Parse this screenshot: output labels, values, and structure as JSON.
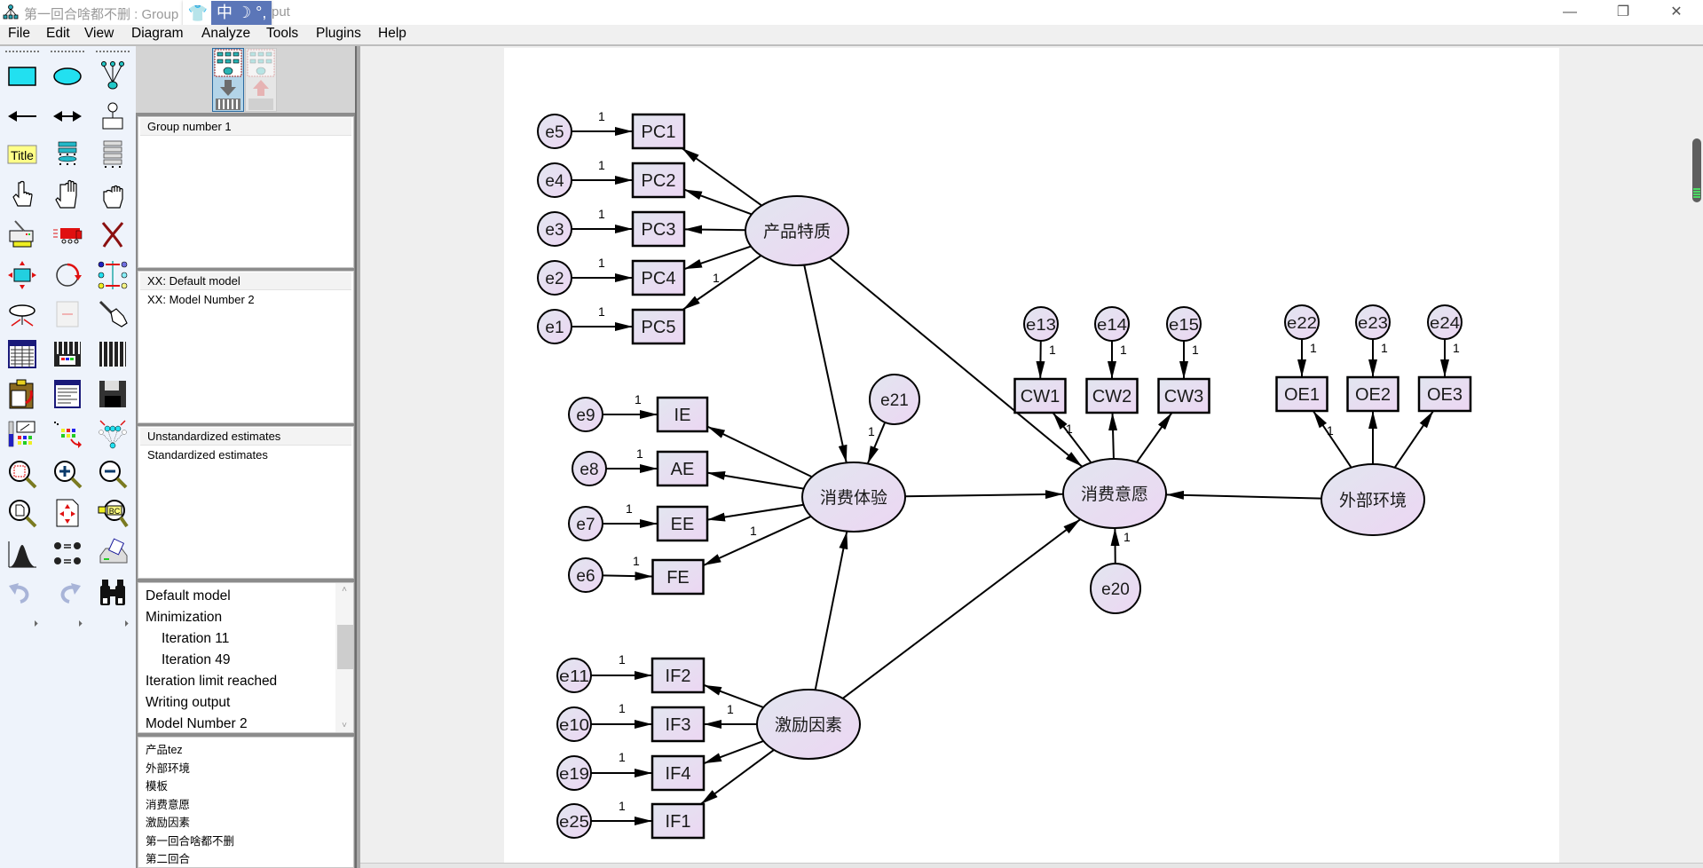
{
  "window": {
    "title": "第一回合啥都不删 : Group number 1 : Output",
    "title_visible": "第一回合啥都不删 : Group",
    "title_tail": "put",
    "ime": {
      "icon": "shirt-icon",
      "mode": "中",
      "moon": "☽",
      "punct": "°,"
    },
    "controls": {
      "minimize": "—",
      "restore": "❐",
      "close": "✕"
    }
  },
  "menu": [
    "File",
    "Edit",
    "View",
    "Diagram",
    "Analyze",
    "Tools",
    "Plugins",
    "Help"
  ],
  "toolbar": {
    "tools": [
      "draw-observed-variable",
      "draw-unobserved-variable",
      "draw-latent-indicator",
      "draw-path",
      "draw-covariance",
      "add-unique-variable",
      "figure-caption",
      "list-variables-in-model",
      "list-variables-in-dataset",
      "select-one-object",
      "select-all-objects",
      "deselect-all-objects",
      "duplicate-objects",
      "move-objects",
      "erase-objects",
      "change-shape",
      "rotate-indicators",
      "reflect-indicators",
      "move-parameter-values",
      "reposition-scroll",
      "touch-up-variable",
      "select-data-files",
      "analysis-properties",
      "calculate-estimates",
      "copy-to-clipboard",
      "view-text",
      "save-diagram",
      "object-properties",
      "drag-properties",
      "preserve-symmetries",
      "zoom-in-area",
      "zoom-in",
      "zoom-out",
      "view-page",
      "fit-to-page",
      "loupe",
      "bayesian-estimation",
      "multiple-group-analysis",
      "print-diagram",
      "undo",
      "redo",
      "specification-search"
    ],
    "title_button": "Title",
    "more": "⏵"
  },
  "left_panel": {
    "view_buttons": [
      {
        "name": "view-input",
        "active": true
      },
      {
        "name": "view-output",
        "active": false
      }
    ],
    "groups": {
      "items": [
        "Group number 1"
      ],
      "selected": 0
    },
    "models": {
      "items": [
        "XX: Default model",
        "XX: Model Number 2"
      ],
      "selected": 0
    },
    "estimates": {
      "items": [
        "Unstandardized estimates",
        "Standardized estimates"
      ],
      "selected": 0
    },
    "log": {
      "items": [
        {
          "text": "Default model",
          "indent": false
        },
        {
          "text": "Minimization",
          "indent": false
        },
        {
          "text": "Iteration 11",
          "indent": true
        },
        {
          "text": "Iteration 49",
          "indent": true
        },
        {
          "text": "Iteration limit reached",
          "indent": false
        },
        {
          "text": "Writing output",
          "indent": false
        },
        {
          "text": "Model Number 2",
          "indent": false
        }
      ],
      "scroll_up": "˄",
      "scroll_down": "˅"
    },
    "files": [
      "产品tez",
      "外部环境",
      "模板",
      "消费意愿",
      "激励因素",
      "第一回合啥都不删",
      "第二回合"
    ]
  },
  "diagram": {
    "colors": {
      "node_fill_start": "#e2e6f0",
      "node_fill_end": "#ecd6f2",
      "stroke": "#000000"
    },
    "latents": [
      {
        "id": "PQ",
        "label": "产品特质"
      },
      {
        "id": "CE",
        "label": "消费体验"
      },
      {
        "id": "IF",
        "label": "激励因素"
      },
      {
        "id": "CI",
        "label": "消费意愿"
      },
      {
        "id": "EE_ENV",
        "label": "外部环境"
      }
    ],
    "observed": [
      {
        "id": "PC1",
        "label": "PC1"
      },
      {
        "id": "PC2",
        "label": "PC2"
      },
      {
        "id": "PC3",
        "label": "PC3"
      },
      {
        "id": "PC4",
        "label": "PC4"
      },
      {
        "id": "PC5",
        "label": "PC5"
      },
      {
        "id": "IE",
        "label": "IE"
      },
      {
        "id": "AE",
        "label": "AE"
      },
      {
        "id": "EE",
        "label": "EE"
      },
      {
        "id": "FE",
        "label": "FE"
      },
      {
        "id": "IF2",
        "label": "IF2"
      },
      {
        "id": "IF3",
        "label": "IF3"
      },
      {
        "id": "IF4",
        "label": "IF4"
      },
      {
        "id": "IF1",
        "label": "IF1"
      },
      {
        "id": "CW1",
        "label": "CW1"
      },
      {
        "id": "CW2",
        "label": "CW2"
      },
      {
        "id": "CW3",
        "label": "CW3"
      },
      {
        "id": "OE1",
        "label": "OE1"
      },
      {
        "id": "OE2",
        "label": "OE2"
      },
      {
        "id": "OE3",
        "label": "OE3"
      }
    ],
    "errors": [
      {
        "id": "e5",
        "label": "e5"
      },
      {
        "id": "e4",
        "label": "e4"
      },
      {
        "id": "e3",
        "label": "e3"
      },
      {
        "id": "e2",
        "label": "e2"
      },
      {
        "id": "e1",
        "label": "e1"
      },
      {
        "id": "e9",
        "label": "e9"
      },
      {
        "id": "e8",
        "label": "e8"
      },
      {
        "id": "e7",
        "label": "e7"
      },
      {
        "id": "e6",
        "label": "e6"
      },
      {
        "id": "e21",
        "label": "e21"
      },
      {
        "id": "e11",
        "label": "e11"
      },
      {
        "id": "e10",
        "label": "e10"
      },
      {
        "id": "e19",
        "label": "e19"
      },
      {
        "id": "e25",
        "label": "e25"
      },
      {
        "id": "e13",
        "label": "e13"
      },
      {
        "id": "e14",
        "label": "e14"
      },
      {
        "id": "e15",
        "label": "e15"
      },
      {
        "id": "e20",
        "label": "e20"
      },
      {
        "id": "e22",
        "label": "e22"
      },
      {
        "id": "e23",
        "label": "e23"
      },
      {
        "id": "e24",
        "label": "e24"
      }
    ],
    "paths": [
      {
        "from": "e5",
        "to": "PC1",
        "label": "1"
      },
      {
        "from": "e4",
        "to": "PC2",
        "label": "1"
      },
      {
        "from": "e3",
        "to": "PC3",
        "label": "1"
      },
      {
        "from": "e2",
        "to": "PC4",
        "label": "1"
      },
      {
        "from": "e1",
        "to": "PC5",
        "label": "1"
      },
      {
        "from": "PQ",
        "to": "PC1",
        "label": ""
      },
      {
        "from": "PQ",
        "to": "PC2",
        "label": ""
      },
      {
        "from": "PQ",
        "to": "PC3",
        "label": ""
      },
      {
        "from": "PQ",
        "to": "PC4",
        "label": ""
      },
      {
        "from": "PQ",
        "to": "PC5",
        "label": "1"
      },
      {
        "from": "e9",
        "to": "IE",
        "label": "1"
      },
      {
        "from": "e8",
        "to": "AE",
        "label": "1"
      },
      {
        "from": "e7",
        "to": "EE",
        "label": "1"
      },
      {
        "from": "e6",
        "to": "FE",
        "label": "1"
      },
      {
        "from": "CE",
        "to": "IE",
        "label": ""
      },
      {
        "from": "CE",
        "to": "AE",
        "label": ""
      },
      {
        "from": "CE",
        "to": "EE",
        "label": ""
      },
      {
        "from": "CE",
        "to": "FE",
        "label": "1"
      },
      {
        "from": "e21",
        "to": "CE",
        "label": "1"
      },
      {
        "from": "e11",
        "to": "IF2",
        "label": "1"
      },
      {
        "from": "e10",
        "to": "IF3",
        "label": "1"
      },
      {
        "from": "e19",
        "to": "IF4",
        "label": "1"
      },
      {
        "from": "e25",
        "to": "IF1",
        "label": "1"
      },
      {
        "from": "IF",
        "to": "IF2",
        "label": ""
      },
      {
        "from": "IF",
        "to": "IF3",
        "label": "1"
      },
      {
        "from": "IF",
        "to": "IF4",
        "label": ""
      },
      {
        "from": "IF",
        "to": "IF1",
        "label": ""
      },
      {
        "from": "e13",
        "to": "CW1",
        "label": "1"
      },
      {
        "from": "e14",
        "to": "CW2",
        "label": "1"
      },
      {
        "from": "e15",
        "to": "CW3",
        "label": "1"
      },
      {
        "from": "CI",
        "to": "CW1",
        "label": "1"
      },
      {
        "from": "CI",
        "to": "CW2",
        "label": ""
      },
      {
        "from": "CI",
        "to": "CW3",
        "label": ""
      },
      {
        "from": "e20",
        "to": "CI",
        "label": "1"
      },
      {
        "from": "e22",
        "to": "OE1",
        "label": "1"
      },
      {
        "from": "e23",
        "to": "OE2",
        "label": "1"
      },
      {
        "from": "e24",
        "to": "OE3",
        "label": "1"
      },
      {
        "from": "EE_ENV",
        "to": "OE1",
        "label": "1"
      },
      {
        "from": "EE_ENV",
        "to": "OE2",
        "label": ""
      },
      {
        "from": "EE_ENV",
        "to": "OE3",
        "label": ""
      },
      {
        "from": "PQ",
        "to": "CE",
        "label": ""
      },
      {
        "from": "PQ",
        "to": "CI",
        "label": ""
      },
      {
        "from": "IF",
        "to": "CE",
        "label": ""
      },
      {
        "from": "IF",
        "to": "CI",
        "label": ""
      },
      {
        "from": "CE",
        "to": "CI",
        "label": ""
      },
      {
        "from": "EE_ENV",
        "to": "CI",
        "label": ""
      }
    ]
  }
}
